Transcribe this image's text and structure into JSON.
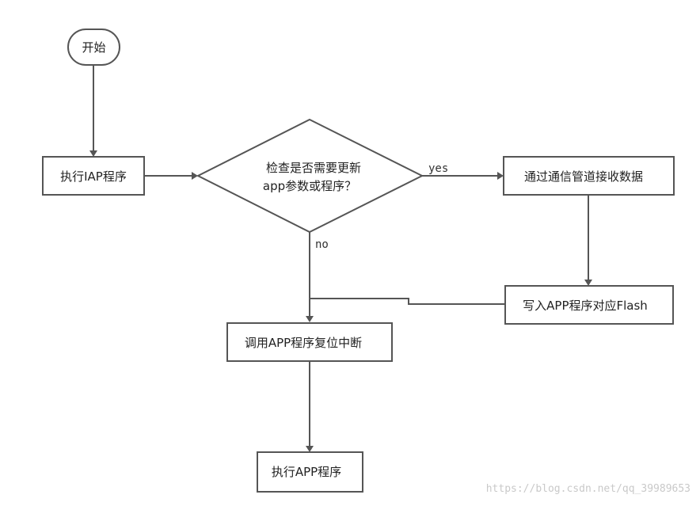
{
  "nodes": {
    "start": "开始",
    "run_iap": "执行IAP程序",
    "decision_line1": "检查是否需要更新",
    "decision_line2": "app参数或程序？",
    "receive": "通过通信管道接收数据",
    "write_flash": "写入APP程序对应Flash",
    "call_reset": "调用APP程序复位中断",
    "run_app": "执行APP程序"
  },
  "edges": {
    "yes": "yes",
    "no": "no"
  },
  "watermark": "https://blog.csdn.net/qq_39989653",
  "colors": {
    "stroke": "#555555",
    "text": "#222222",
    "background": "#ffffff"
  }
}
